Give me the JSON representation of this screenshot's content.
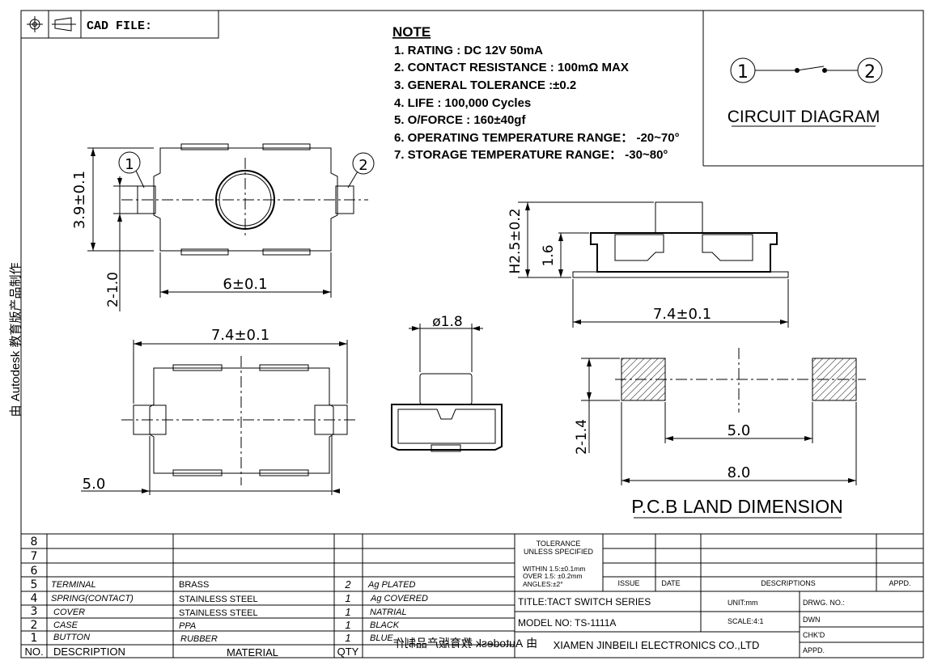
{
  "header": {
    "cad_file_label": "CAD FILE:",
    "projection_symbol": "first-angle-projection-icon"
  },
  "notes": {
    "title": "NOTE",
    "items": [
      "1. RATING : DC 12V  50mA",
      "2. CONTACT RESISTANCE : 100mΩ MAX",
      "3. GENERAL TOLERANCE :±0.2",
      "4. LIFE : 100,000 Cycles",
      "5. O/FORCE : 160±40gf",
      "6. OPERATING TEMPERATURE RANGE： -20~70°",
      "7. STORAGE TEMPERATURE RANGE： -30~80°"
    ]
  },
  "circuit": {
    "title": "CIRCUIT DIAGRAM",
    "pin1": "1",
    "pin2": "2"
  },
  "top_view": {
    "pin1": "1",
    "pin2": "2",
    "dim_height": "3.9±0.1",
    "dim_width": "6±0.1",
    "dim_side": "2-1.0"
  },
  "side_view": {
    "dim_total_height": "H2.5±0.2",
    "dim_body_height": "1.6",
    "dim_length": "7.4±0.1"
  },
  "bottom_view": {
    "dim_length": "7.4±0.1",
    "dim_pitch": "5.0"
  },
  "front_view": {
    "dim_button": "ø1.8"
  },
  "pcb": {
    "title": "P.C.B LAND DIMENSION",
    "dim_pad": "2-1.4",
    "dim_pitch": "5.0",
    "dim_total": "8.0"
  },
  "bom": {
    "row_numbers": [
      "8",
      "7",
      "6"
    ],
    "rows": [
      {
        "no": "5",
        "desc": "TERMINAL",
        "material": "BRASS",
        "qty": "2",
        "note": "Ag PLATED"
      },
      {
        "no": "4",
        "desc": "SPRING(CONTACT)",
        "material": "STAINLESS STEEL",
        "qty": "1",
        "note": "Ag COVERED"
      },
      {
        "no": "3",
        "desc": "COVER",
        "material": "STAINLESS STEEL",
        "qty": "1",
        "note": "NATRIAL"
      },
      {
        "no": "2",
        "desc": "CASE",
        "material": "PPA",
        "qty": "1",
        "note": "BLACK"
      },
      {
        "no": "1",
        "desc": "BUTTON",
        "material": "RUBBER",
        "qty": "1",
        "note": "BLUE"
      }
    ],
    "header": {
      "no": "NO.",
      "desc": "DESCRIPTION",
      "material": "MATERIAL",
      "qty": "QTY"
    }
  },
  "title_block": {
    "tolerance_title_1": "TOLERANCE",
    "tolerance_title_2": "UNLESS SPECIFIED",
    "tol_1": "WITHIN 1.5:±0.1mm",
    "tol_2": "OVER 1.5: ±0.2mm",
    "tol_3": "ANGLES:±2°",
    "issue": "ISSUE",
    "date": "DATE",
    "descriptions": "DESCRIPTIONS",
    "appd": "APPD.",
    "title": "TITLE:TACT SWITCH SERIES",
    "unit": "UNIT:mm",
    "drwg_no": "DRWG. NO.:",
    "model": "MODEL NO: TS-1111A",
    "scale": "SCALE:4:1",
    "dwn": "DWN",
    "chkd": "CHK'D",
    "appd2": "APPD.",
    "company": "XIAMEN JINBEILI ELECTRONICS CO.,LTD"
  },
  "watermark": {
    "left": "由 Autodesk 教育版产品制作",
    "bottom": "由 Autodesk 教育版产品制作"
  }
}
